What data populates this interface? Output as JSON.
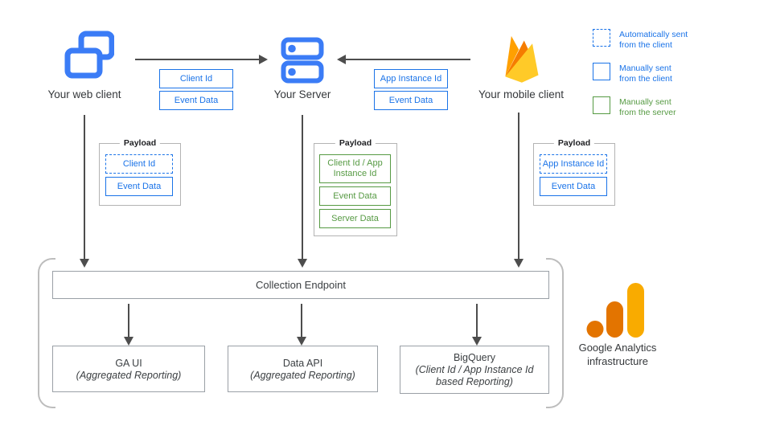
{
  "colors": {
    "blue": "#1a73e8",
    "icon_blue": "#3b7cf6",
    "green": "#569a43",
    "arrow_gray": "#4d4d4d",
    "box_border_gray": "#9aa0a6",
    "bracket_gray": "#bdbdbd",
    "firebase_amber": "#FFCA28",
    "firebase_orange": "#F57C00",
    "firebase_dark_amber": "#FFA000",
    "ga_amber": "#F9AB00",
    "ga_orange": "#E37400"
  },
  "nodes": {
    "web": {
      "label": "Your web client"
    },
    "server": {
      "label": "Your Server"
    },
    "mobile": {
      "label": "Your mobile client"
    }
  },
  "legend": {
    "items": [
      {
        "style": "dashed-blue",
        "line1": "Automatically sent",
        "line2": "from the client"
      },
      {
        "style": "solid-blue",
        "line1": "Manually sent",
        "line2": "from the client"
      },
      {
        "style": "solid-green",
        "line1": "Manually sent",
        "line2": "from the server"
      }
    ]
  },
  "flows": {
    "web_to_server": {
      "tags": [
        {
          "label": "Client Id"
        },
        {
          "label": "Event Data"
        }
      ]
    },
    "mobile_to_server": {
      "tags": [
        {
          "label": "App Instance Id"
        },
        {
          "label": "Event Data"
        }
      ]
    }
  },
  "payloads": {
    "title": "Payload",
    "web": [
      {
        "label": "Client Id",
        "style": "dashed-blue"
      },
      {
        "label": "Event Data",
        "style": "solid-blue"
      }
    ],
    "server": [
      {
        "label": "Client Id / App Instance Id",
        "style": "solid-green"
      },
      {
        "label": "Event Data",
        "style": "solid-green"
      },
      {
        "label": "Server Data",
        "style": "solid-green"
      }
    ],
    "mobile": [
      {
        "label": "App Instance Id",
        "style": "dashed-blue"
      },
      {
        "label": "Event Data",
        "style": "solid-blue"
      }
    ]
  },
  "infrastructure": {
    "endpoint_label": "Collection Endpoint",
    "outputs": [
      {
        "title": "GA UI",
        "subtitle": "(Aggregated Reporting)"
      },
      {
        "title": "Data API",
        "subtitle": "(Aggregated Reporting)"
      },
      {
        "title": "BigQuery",
        "subtitle": "(Client Id / App Instance Id based Reporting)"
      }
    ],
    "caption": {
      "line1": "Google Analytics",
      "line2": "infrastructure"
    }
  }
}
